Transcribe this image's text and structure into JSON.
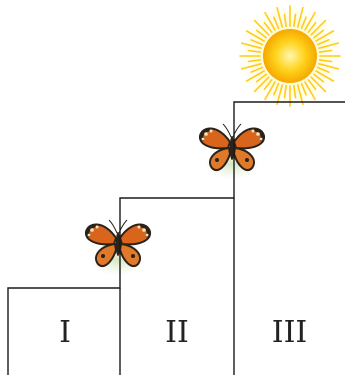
{
  "steps": [
    {
      "label": "I"
    },
    {
      "label": "II"
    },
    {
      "label": "III"
    }
  ],
  "icons": {
    "sun": "sun-icon",
    "butterfly": "butterfly-icon"
  },
  "colors": {
    "outline": "#1a1a1a",
    "sun_core": "#f7c400",
    "sun_rays": "#ffd21a",
    "butterfly_wing": "#d9651c",
    "butterfly_dark": "#2b2219",
    "butterfly_spot": "#f2e6c2"
  }
}
